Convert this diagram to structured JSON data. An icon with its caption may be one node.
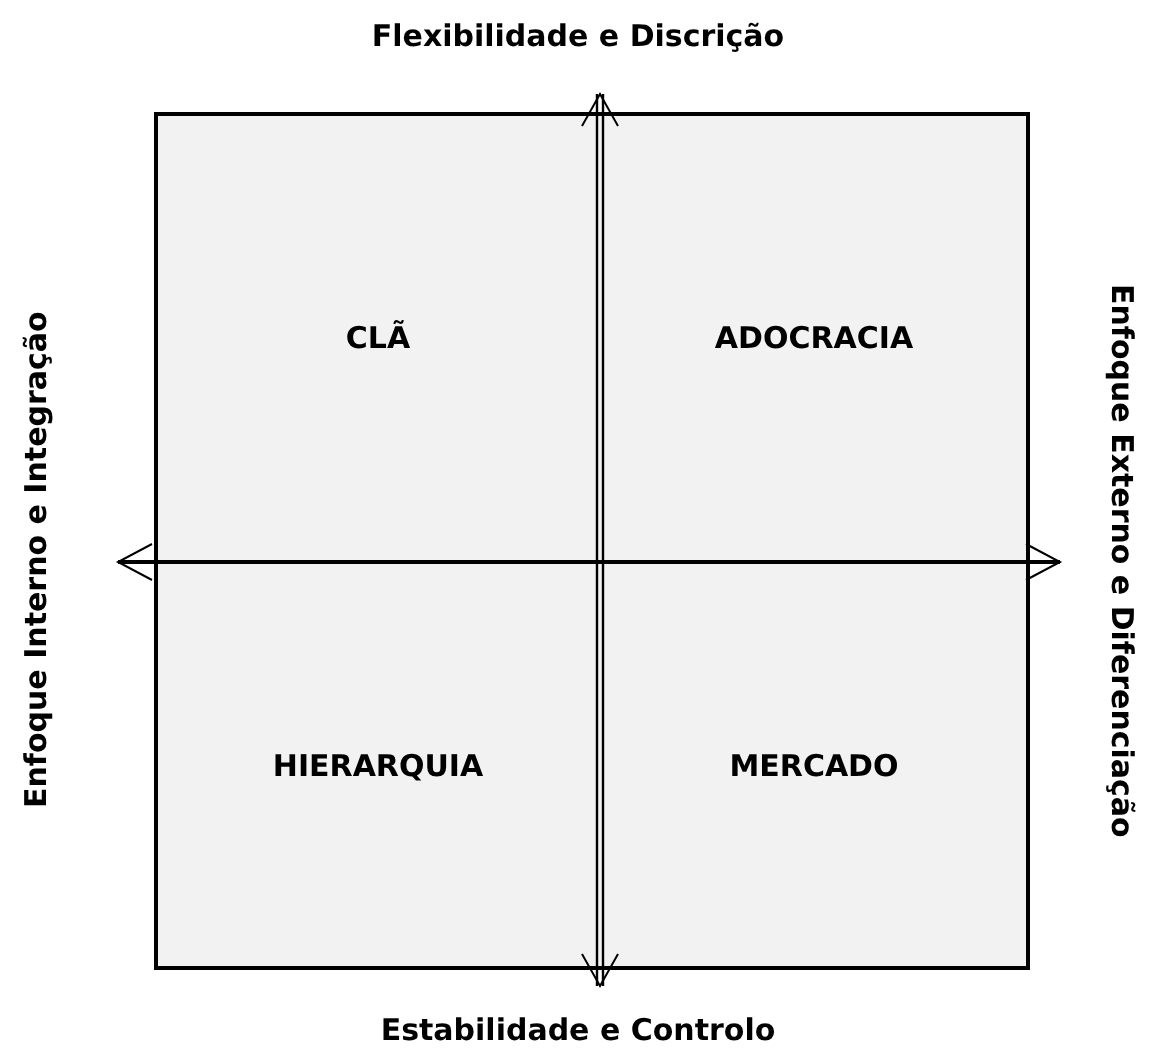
{
  "diagram": {
    "nodes": [
      {
        "text": [
          "CLÃ"
        ]
      },
      {
        "text": [
          "ADOCRACIA"
        ]
      },
      {
        "text": [
          "HIERARQUIA"
        ]
      },
      {
        "text": [
          "MERCADO"
        ]
      }
    ],
    "edges": [],
    "labels": [
      "Flexibilidade e Discrição",
      "Enfoque Interno e Integração",
      "Enfoque Externo e Diferenciação",
      "Estabilidade e Controlo"
    ]
  }
}
